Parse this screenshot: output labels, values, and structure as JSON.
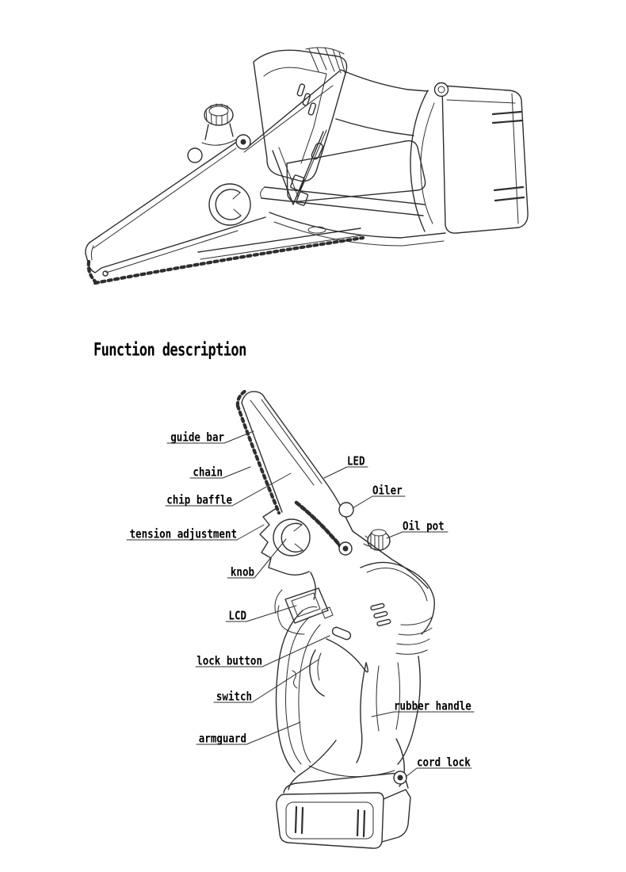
{
  "heading": {
    "text": "Function description"
  },
  "diagram": {
    "labels": [
      {
        "id": "guide-bar",
        "text": "guide bar",
        "side": "left"
      },
      {
        "id": "chain",
        "text": "chain",
        "side": "left"
      },
      {
        "id": "chip-baffle",
        "text": "chip baffle",
        "side": "left"
      },
      {
        "id": "tension-adjustment",
        "text": "tension adjustment",
        "side": "left"
      },
      {
        "id": "knob",
        "text": "knob",
        "side": "left"
      },
      {
        "id": "led",
        "text": "LED",
        "side": "right"
      },
      {
        "id": "oiler",
        "text": "Oiler",
        "side": "right"
      },
      {
        "id": "oil-pot",
        "text": "Oil pot",
        "side": "right"
      },
      {
        "id": "lcd",
        "text": "LCD",
        "side": "left"
      },
      {
        "id": "lock-button",
        "text": "lock button",
        "side": "left"
      },
      {
        "id": "switch",
        "text": "switch",
        "side": "left"
      },
      {
        "id": "armguard",
        "text": "armguard",
        "side": "left"
      },
      {
        "id": "rubber-handle",
        "text": "rubber handle",
        "side": "right"
      },
      {
        "id": "cord-lock",
        "text": "cord lock",
        "side": "right"
      }
    ]
  },
  "colors": {
    "line": "#2e2e2e",
    "text": "#000000",
    "background": "#ffffff"
  }
}
